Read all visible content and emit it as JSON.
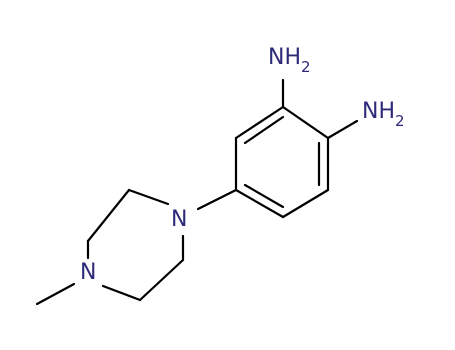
{
  "molecule": {
    "atom_labels": {
      "amine_top": {
        "main": "NH",
        "sub": "2"
      },
      "amine_right": {
        "main": "NH",
        "sub": "2"
      },
      "piperazine_n_aryl": {
        "main": "N"
      },
      "piperazine_n_methyl": {
        "main": "N"
      }
    },
    "colors": {
      "bond": "#000000",
      "heteroatom": "#2e2a7a",
      "background": "#ffffff"
    }
  }
}
